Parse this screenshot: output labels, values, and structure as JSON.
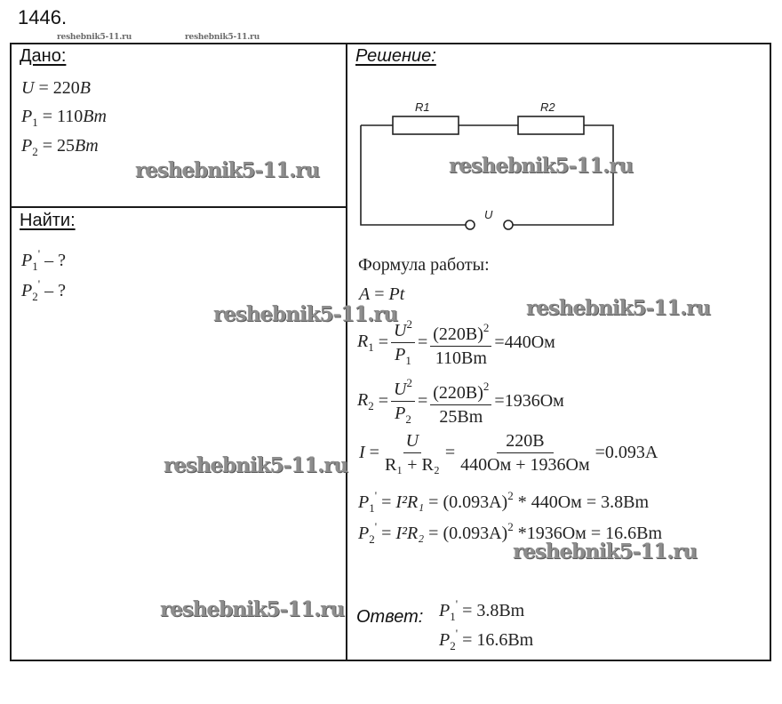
{
  "problem_number": "1446.",
  "watermark": "reshebnik5-11.ru",
  "given": {
    "heading": "Дано:",
    "items": [
      {
        "symbol": "U",
        "sub": "",
        "value": "220",
        "unit": "B"
      },
      {
        "symbol": "P",
        "sub": "1",
        "value": "110",
        "unit": "Bm"
      },
      {
        "symbol": "P",
        "sub": "2",
        "value": "25",
        "unit": "Bm"
      }
    ]
  },
  "find": {
    "heading": "Найти:",
    "items": [
      {
        "symbol": "P",
        "sub": "1",
        "prime": "'",
        "suffix": "– ?"
      },
      {
        "symbol": "P",
        "sub": "2",
        "prime": "'",
        "suffix": "– ?"
      }
    ]
  },
  "solution": {
    "heading": "Решение:",
    "circuit": {
      "r1_label": "R1",
      "r2_label": "R2",
      "source_label": "U"
    },
    "formula_caption": "Формула работы:",
    "work_formula": {
      "lhs": "A",
      "rhs": "Pt"
    },
    "r1": {
      "lhs": "R",
      "lhs_sub": "1",
      "frac1_num": "U",
      "frac1_num_sup": "2",
      "frac1_den": "P",
      "frac1_den_sub": "1",
      "frac2_num": "(220B)",
      "frac2_num_sup": "2",
      "frac2_den": "110Bm",
      "result": "440Ом"
    },
    "r2": {
      "lhs": "R",
      "lhs_sub": "2",
      "frac1_num": "U",
      "frac1_num_sup": "2",
      "frac1_den": "P",
      "frac1_den_sub": "2",
      "frac2_num": "(220B)",
      "frac2_num_sup": "2",
      "frac2_den": "25Bm",
      "result": "1936Ом"
    },
    "current": {
      "lhs": "I",
      "frac1_num": "U",
      "frac1_den": "R₁ + R₂",
      "frac2_num": "220B",
      "frac2_den": "440Ом + 1936Ом",
      "result": "0.093A"
    },
    "p1": {
      "lhs": "P",
      "lhs_sub": "1",
      "mid": "I²R₁",
      "expr": "(0.093A)",
      "expr_sup": "2",
      "rest": "* 440Ом",
      "result": "3.8Bm"
    },
    "p2": {
      "lhs": "P",
      "lhs_sub": "2",
      "mid": "I²R₂",
      "expr": "(0.093A)",
      "expr_sup": "2",
      "rest": "*1936Ом",
      "result": "16.6Bm"
    }
  },
  "answer": {
    "label": "Ответ:",
    "items": [
      {
        "symbol": "P",
        "sub": "1",
        "value": "3.8Bm"
      },
      {
        "symbol": "P",
        "sub": "2",
        "value": "16.6Bm"
      }
    ]
  },
  "colors": {
    "border": "#1a1a1a",
    "watermark": "#8d8d8d",
    "text": "#222222"
  }
}
